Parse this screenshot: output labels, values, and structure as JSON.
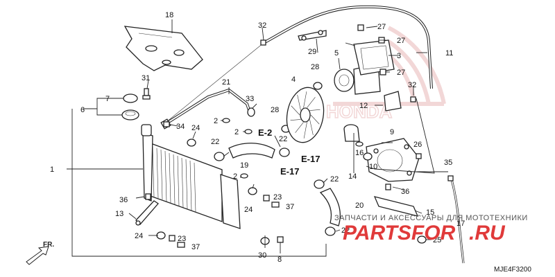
{
  "diagram_code": "MJE4F3200",
  "front_marker": "FR.",
  "watermark": {
    "caption": "ЗАПЧАСТИ И АКСЕССУАРЫ ДЛЯ МОТОТЕХНИКИ",
    "brand_main": "PARTSFOR",
    "brand_suffix": ".RU"
  },
  "references": {
    "e2": "E-2",
    "e17_a": "E-17",
    "e17_b": "E-17"
  },
  "callouts": {
    "n1": "1",
    "n2a": "2",
    "n2b": "2",
    "n2c": "2",
    "n3": "3",
    "n4": "4",
    "n5": "5",
    "n6": "6",
    "n7": "7",
    "n8": "8",
    "n9": "9",
    "n10": "10",
    "n11": "11",
    "n12": "12",
    "n13": "13",
    "n14": "14",
    "n15": "15",
    "n16": "16",
    "n17": "17",
    "n18": "18",
    "n19": "19",
    "n20": "20",
    "n21": "21",
    "n22a": "22",
    "n22b": "22",
    "n22c": "22",
    "n22d": "22",
    "n23a": "23",
    "n23b": "23",
    "n24a": "24",
    "n24b": "24",
    "n24c": "24",
    "n25": "25",
    "n26": "26",
    "n27a": "27",
    "n27b": "27",
    "n27c": "27",
    "n28a": "28",
    "n28b": "28",
    "n29": "29",
    "n30": "30",
    "n31": "31",
    "n32a": "32",
    "n32b": "32",
    "n33": "33",
    "n34": "34",
    "n35": "35",
    "n36a": "36",
    "n36b": "36",
    "n37a": "37",
    "n37b": "37"
  }
}
